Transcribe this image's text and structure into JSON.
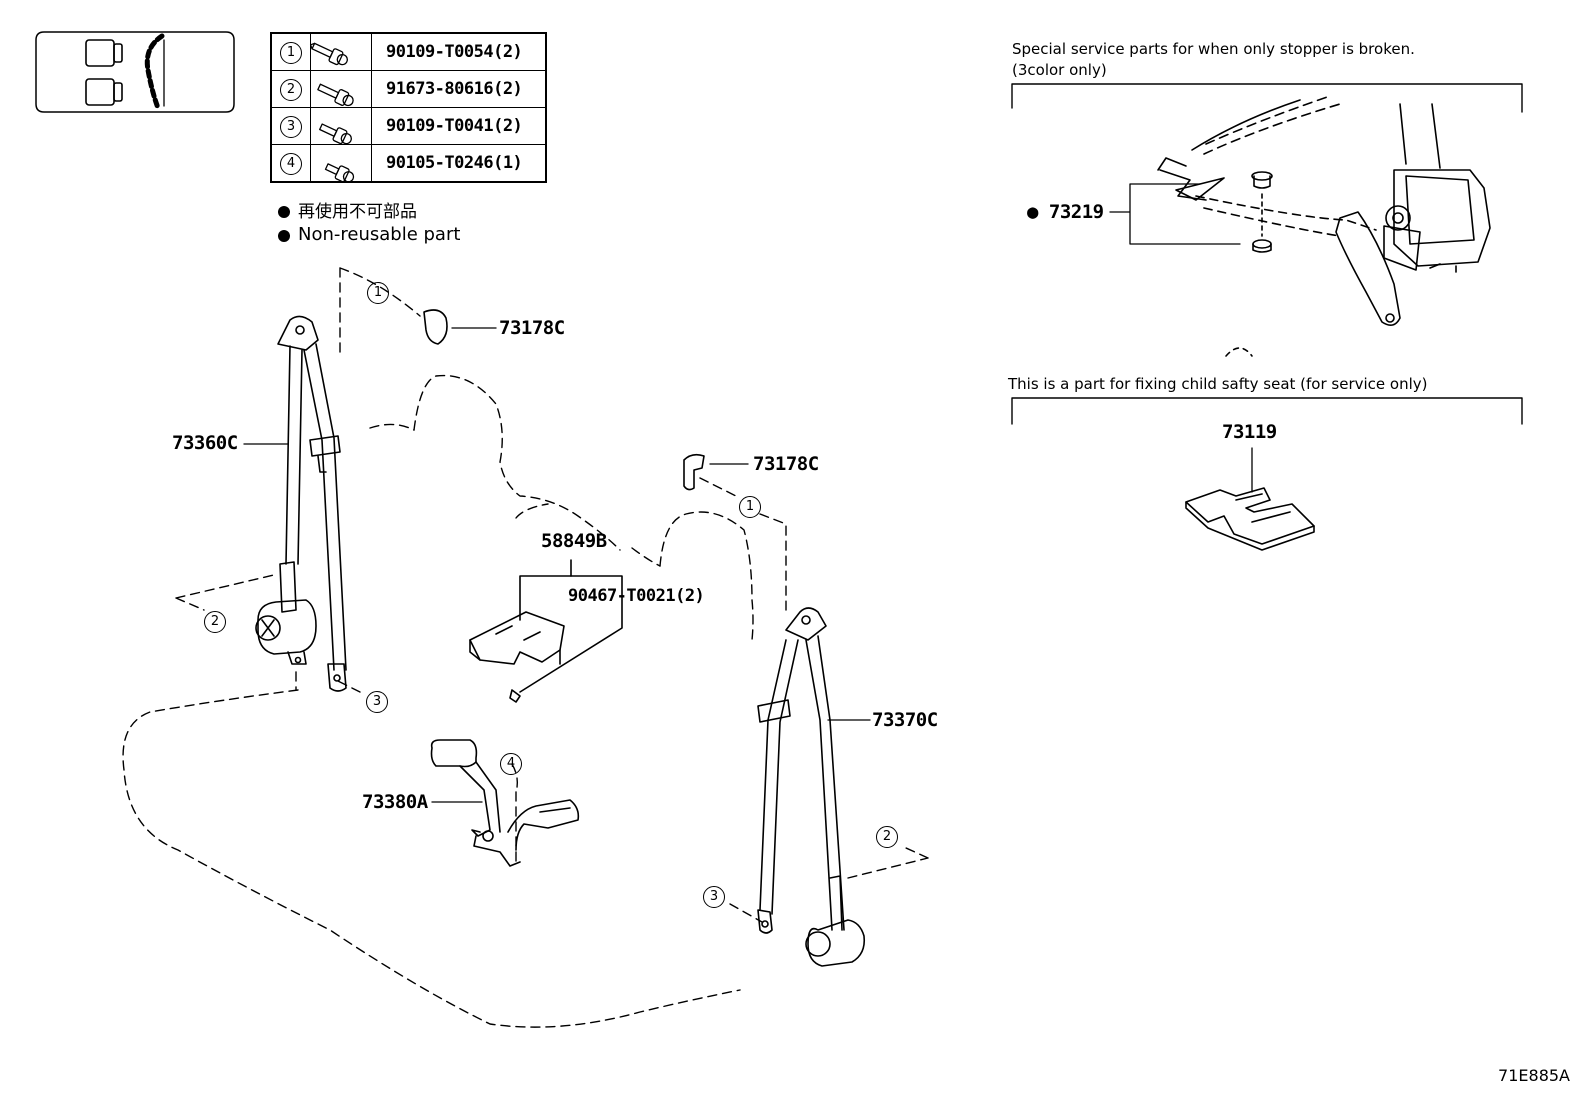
{
  "fastener_table": [
    {
      "index": "1",
      "part": "90109-T0054(2)"
    },
    {
      "index": "2",
      "part": "91673-80616(2)"
    },
    {
      "index": "3",
      "part": "90109-T0041(2)"
    },
    {
      "index": "4",
      "part": "90105-T0246(1)"
    }
  ],
  "legend": {
    "bullet": "●",
    "japanese": "再使用不可部品",
    "english": "Non-reusable part"
  },
  "notes": {
    "stopper_line1": "Special service parts for when only stopper is broken.",
    "stopper_line2": "(3color only)",
    "child_seat": "This is a part for fixing child safty seat (for service only)"
  },
  "callouts": {
    "cover_left": "73178C",
    "cover_right": "73178C",
    "belt_left": "73360C",
    "belt_right": "73370C",
    "center_part": "58849B",
    "center_screw": "90467-T0021(2)",
    "buckle": "73380A",
    "stopper": "73219",
    "child_anchor": "73119"
  },
  "circle_refs": {
    "one": "1",
    "two": "2",
    "three": "3",
    "four": "4"
  },
  "diagram_code": "71E885A"
}
